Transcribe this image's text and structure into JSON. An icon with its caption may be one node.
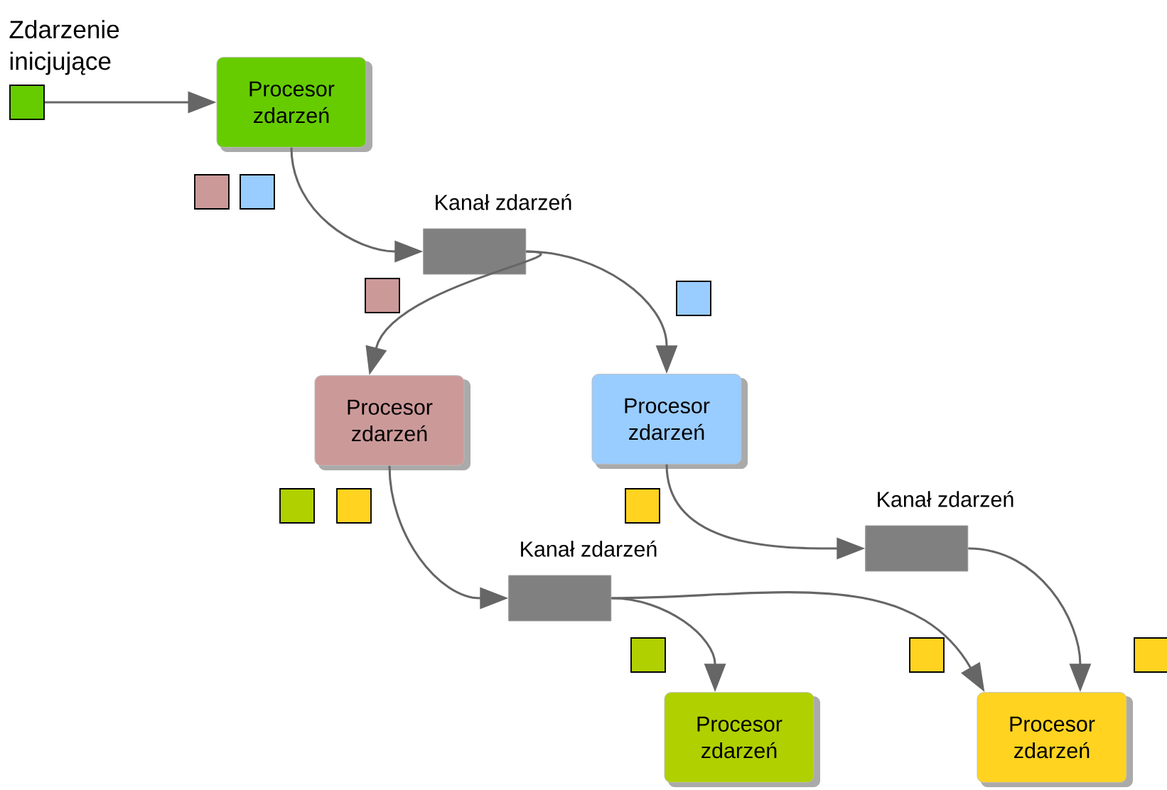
{
  "diagram": {
    "nodes": [
      {
        "text": [
          "Zdarzenie inicjujące"
        ]
      },
      {
        "text": [
          "Procesor zdarzeń"
        ]
      },
      {
        "text": [
          "Kanał zdarzeń"
        ]
      },
      {
        "text": [
          "Procesor zdarzeń"
        ]
      },
      {
        "text": [
          "Procesor zdarzeń"
        ]
      },
      {
        "text": [
          "Kanał zdarzeń"
        ]
      },
      {
        "text": [
          "Kanał zdarzeń"
        ]
      },
      {
        "text": [
          "Procesor zdarzeń"
        ]
      },
      {
        "text": [
          "Procesor zdarzeń"
        ]
      }
    ],
    "edges": [
      {
        "from": 0,
        "to": 1,
        "arrow": "to"
      },
      {
        "from": 1,
        "to": 2,
        "arrow": "to"
      },
      {
        "from": 2,
        "to": 3,
        "arrow": "to"
      },
      {
        "from": 2,
        "to": 4,
        "arrow": "to"
      },
      {
        "from": 3,
        "to": 5,
        "arrow": "to"
      },
      {
        "from": 4,
        "to": 6,
        "arrow": "to"
      },
      {
        "from": 5,
        "to": 7,
        "arrow": "to"
      },
      {
        "from": 5,
        "to": 8,
        "arrow": "to"
      },
      {
        "from": 6,
        "to": 8,
        "arrow": "to"
      }
    ]
  }
}
